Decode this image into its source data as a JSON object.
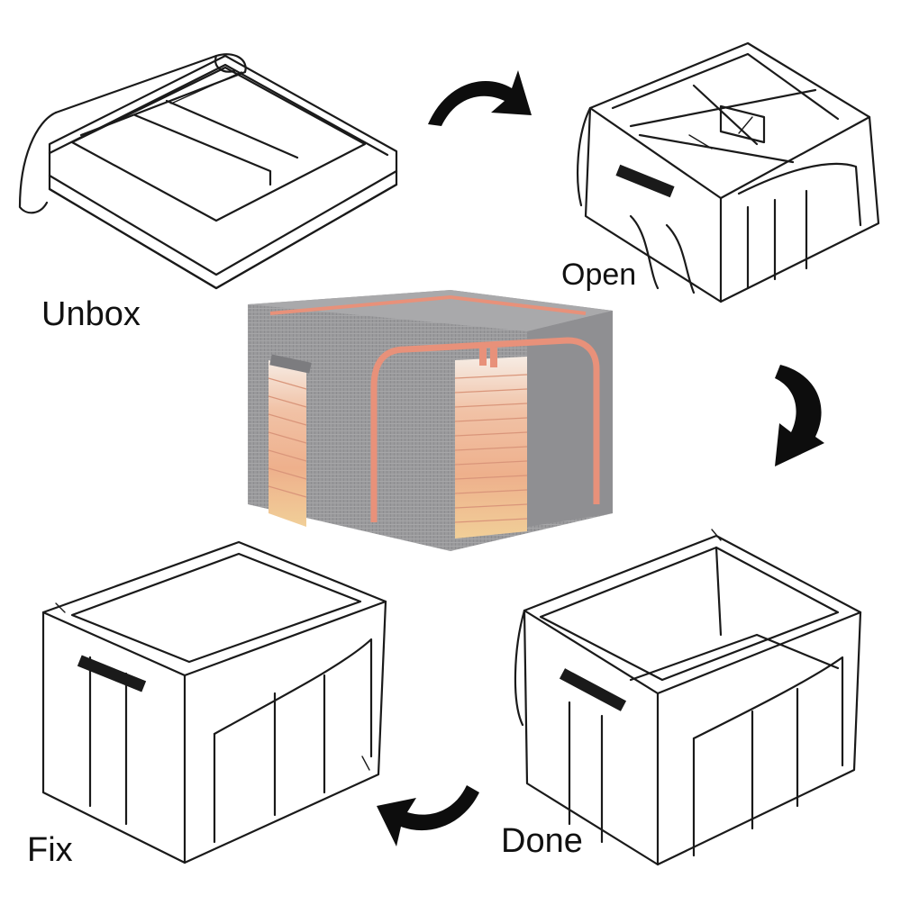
{
  "steps": {
    "unbox": "Unbox",
    "open": "Open",
    "fix": "Fix",
    "done": "Done"
  },
  "colors": {
    "line": "#1a1a1a",
    "fabric": "#9a9a9c",
    "fabric_dark": "#7c7c7f",
    "zipper": "#e8917a",
    "contents_light": "#f6e9df",
    "contents_peach": "#efb592",
    "contents_yellow": "#f2d19c",
    "arrow": "#0d0d0d"
  }
}
